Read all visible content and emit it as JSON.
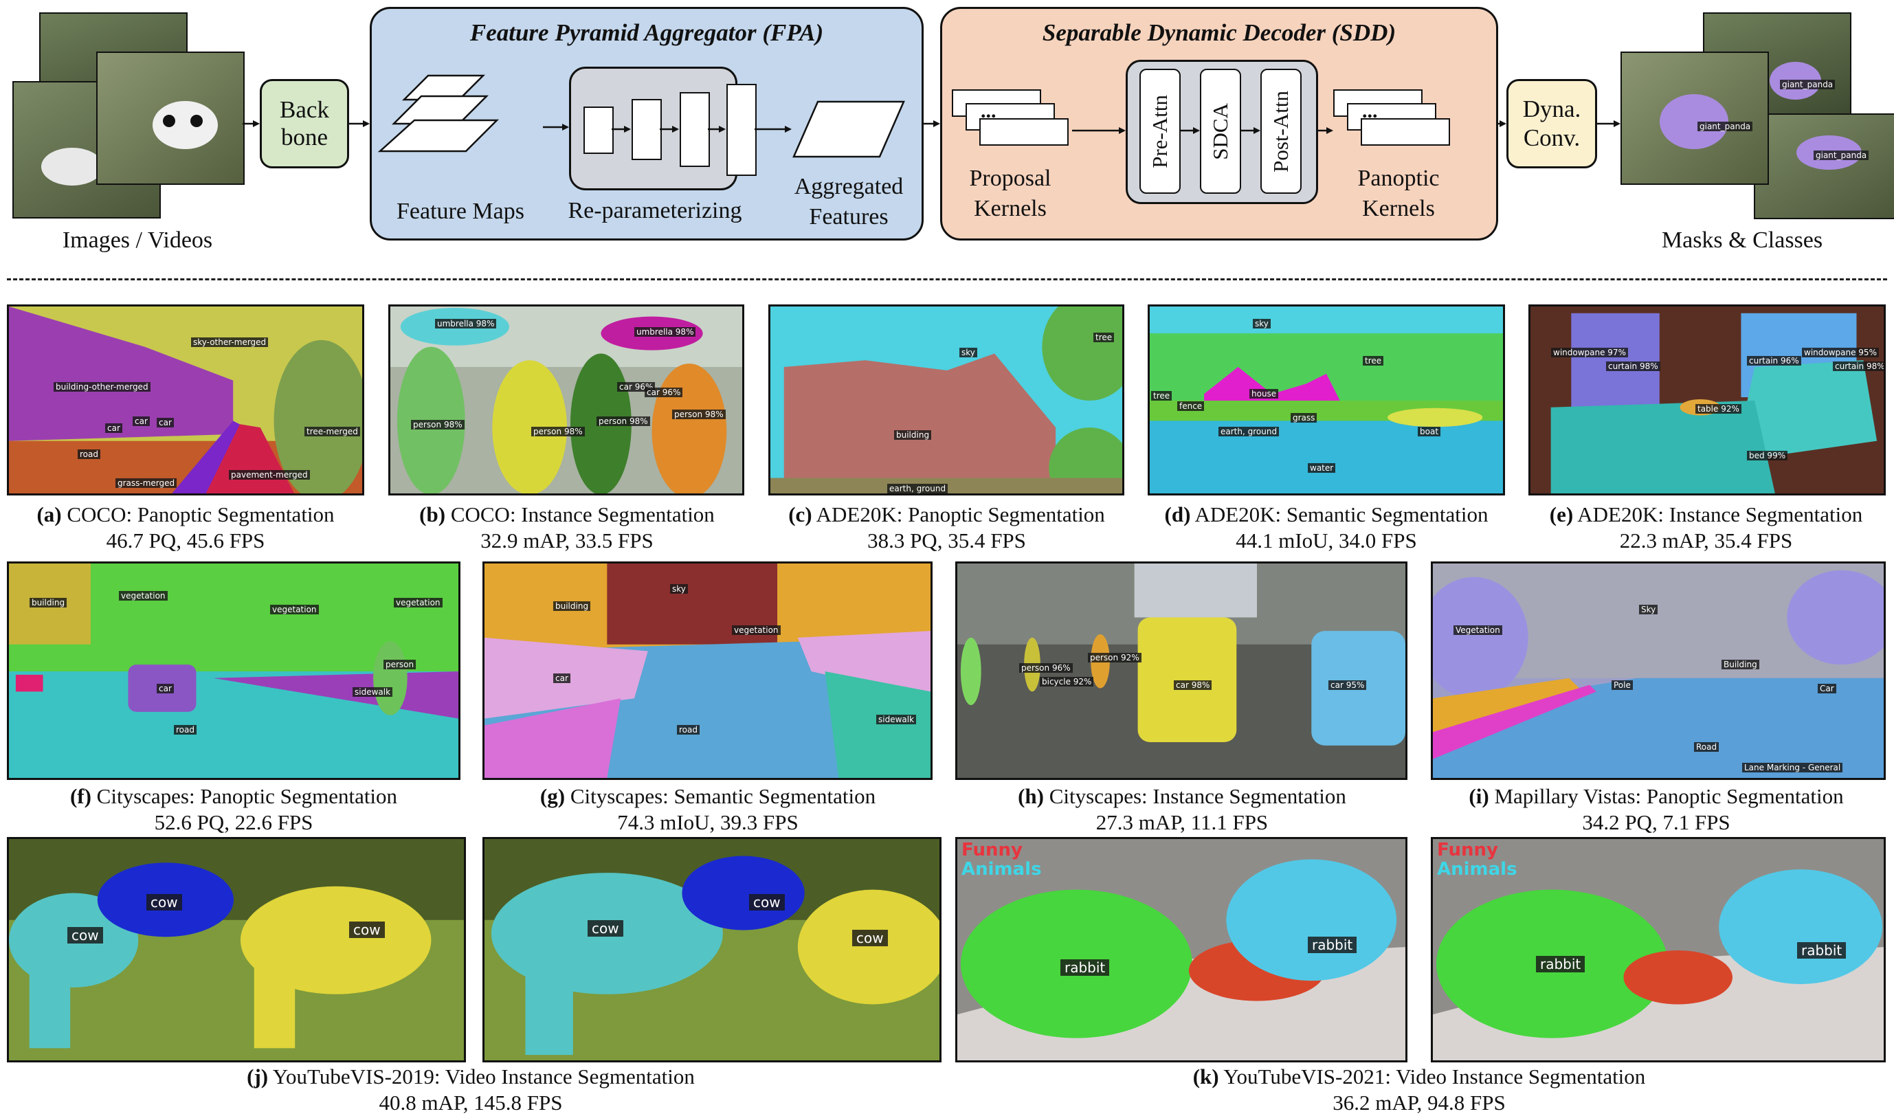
{
  "pipeline": {
    "input_label": "Images / Videos",
    "backbone_label": "Back bone",
    "fpa_title": "Feature Pyramid Aggregator (FPA)",
    "feature_maps_label": "Feature Maps",
    "reparam_label": "Re-parameterizing",
    "aggregated_label_1": "Aggregated",
    "aggregated_label_2": "Features",
    "sdd_title": "Separable Dynamic Decoder (SDD)",
    "proposal_label_1": "Proposal",
    "proposal_label_2": "Kernels",
    "pre_attn": "Pre-Attn",
    "sdca": "SDCA",
    "post_attn": "Post-Attn",
    "panoptic_label_1": "Panoptic",
    "panoptic_label_2": "Kernels",
    "dyna_label_1": "Dyna.",
    "dyna_label_2": "Conv.",
    "output_label": "Masks & Classes",
    "ellipsis": "...",
    "panda_tags": [
      "giant_panda",
      "giant_panda",
      "giant_panda"
    ]
  },
  "colors": {
    "fpa_fill": "#c4d7ec",
    "sdd_fill": "#f6d3bd",
    "backbone_fill": "#d6e8c8",
    "dyna_fill": "#fbf1cf",
    "reparam_fill": "#d2d5db"
  },
  "panels": [
    {
      "id": "a",
      "letter": "(a)",
      "title": "COCO: Panoptic Segmentation",
      "metrics": "46.7 PQ, 45.6 FPS",
      "tags": [
        "sky-other-merged",
        "building-other-merged",
        "tree-merged",
        "road",
        "grass-merged",
        "pavement-merged",
        "car",
        "car",
        "car"
      ]
    },
    {
      "id": "b",
      "letter": "(b)",
      "title": "COCO: Instance Segmentation",
      "metrics": "32.9 mAP, 33.5 FPS",
      "tags": [
        "umbrella 98%",
        "umbrella 98%",
        "person 98%",
        "person 98%",
        "person 98%",
        "person 98%",
        "car 96%",
        "car 96%"
      ]
    },
    {
      "id": "c",
      "letter": "(c)",
      "title": "ADE20K: Panoptic Segmentation",
      "metrics": "38.3 PQ, 35.4 FPS",
      "tags": [
        "tree",
        "sky",
        "building",
        "earth, ground"
      ]
    },
    {
      "id": "d",
      "letter": "(d)",
      "title": "ADE20K: Semantic Segmentation",
      "metrics": "44.1 mIoU, 34.0 FPS",
      "tags": [
        "sky",
        "tree",
        "house",
        "fence",
        "earth, ground",
        "grass",
        "boat",
        "water",
        "tree"
      ]
    },
    {
      "id": "e",
      "letter": "(e)",
      "title": "ADE20K: Instance Segmentation",
      "metrics": "22.3 mAP, 35.4 FPS",
      "tags": [
        "windowpane 97%",
        "curtain 98%",
        "curtain 96%",
        "windowpane 95%",
        "curtain 98%",
        "table 92%",
        "bed 99%"
      ]
    },
    {
      "id": "f",
      "letter": "(f)",
      "title": "Cityscapes: Panoptic Segmentation",
      "metrics": "52.6 PQ, 22.6 FPS",
      "tags": [
        "building",
        "vegetation",
        "vegetation",
        "vegetation",
        "car",
        "road",
        "person",
        "sidewalk"
      ]
    },
    {
      "id": "g",
      "letter": "(g)",
      "title": "Cityscapes: Semantic Segmentation",
      "metrics": "74.3 mIoU, 39.3 FPS",
      "tags": [
        "building",
        "sky",
        "vegetation",
        "car",
        "road",
        "sidewalk"
      ]
    },
    {
      "id": "h",
      "letter": "(h)",
      "title": "Cityscapes: Instance Segmentation",
      "metrics": "27.3 mAP, 11.1 FPS",
      "tags": [
        "car 98%",
        "car 95%",
        "person 96%",
        "person 92%",
        "bicycle 92%"
      ]
    },
    {
      "id": "i",
      "letter": "(i)",
      "title": "Mapillary Vistas: Panoptic Segmentation",
      "metrics": "34.2 PQ, 7.1 FPS",
      "tags": [
        "Vegetation",
        "Sky",
        "Building",
        "Road",
        "Lane Marking - General",
        "Car",
        "Pole"
      ]
    },
    {
      "id": "j",
      "letter": "(j)",
      "title": "YouTubeVIS-2019: Video Instance Segmentation",
      "metrics": "40.8 mAP, 145.8 FPS",
      "tags": [
        "cow",
        "cow",
        "cow",
        "cow",
        "cow",
        "cow"
      ]
    },
    {
      "id": "k",
      "letter": "(k)",
      "title": "YouTubeVIS-2021: Video Instance Segmentation",
      "metrics": "36.2 mAP, 94.8 FPS",
      "tags": [
        "rabbit",
        "rabbit",
        "rabbit",
        "rabbit"
      ],
      "overlay_1": "Funny",
      "overlay_2": "Animals"
    }
  ]
}
